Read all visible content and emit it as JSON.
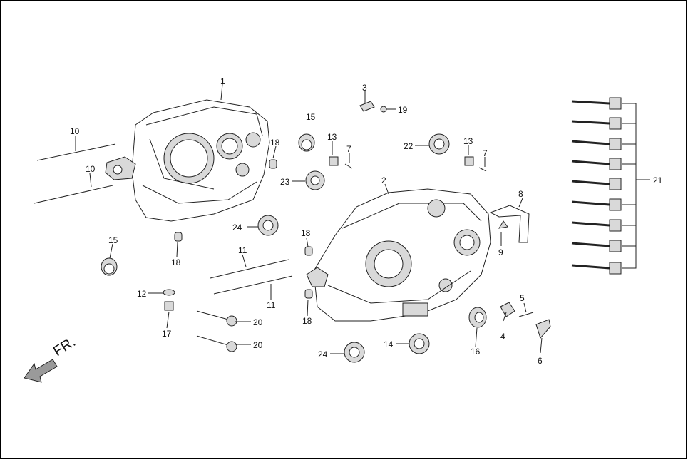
{
  "diagram": {
    "direction_label": "FR.",
    "callouts": [
      {
        "id": "c1",
        "text": "1"
      },
      {
        "id": "c2",
        "text": "2"
      },
      {
        "id": "c3",
        "text": "3"
      },
      {
        "id": "c4",
        "text": "4"
      },
      {
        "id": "c5",
        "text": "5"
      },
      {
        "id": "c6",
        "text": "6"
      },
      {
        "id": "c7a",
        "text": "7"
      },
      {
        "id": "c7b",
        "text": "7"
      },
      {
        "id": "c8",
        "text": "8"
      },
      {
        "id": "c9",
        "text": "9"
      },
      {
        "id": "c10a",
        "text": "10"
      },
      {
        "id": "c10b",
        "text": "10"
      },
      {
        "id": "c11a",
        "text": "11"
      },
      {
        "id": "c11b",
        "text": "11"
      },
      {
        "id": "c12",
        "text": "12"
      },
      {
        "id": "c13a",
        "text": "13"
      },
      {
        "id": "c13b",
        "text": "13"
      },
      {
        "id": "c14",
        "text": "14"
      },
      {
        "id": "c15a",
        "text": "15"
      },
      {
        "id": "c15b",
        "text": "15"
      },
      {
        "id": "c16",
        "text": "16"
      },
      {
        "id": "c17",
        "text": "17"
      },
      {
        "id": "c18a",
        "text": "18"
      },
      {
        "id": "c18b",
        "text": "18"
      },
      {
        "id": "c18c",
        "text": "18"
      },
      {
        "id": "c18d",
        "text": "18"
      },
      {
        "id": "c19",
        "text": "19"
      },
      {
        "id": "c20a",
        "text": "20"
      },
      {
        "id": "c20b",
        "text": "20"
      },
      {
        "id": "c21",
        "text": "21"
      },
      {
        "id": "c22",
        "text": "22"
      },
      {
        "id": "c23",
        "text": "23"
      },
      {
        "id": "c24a",
        "text": "24"
      },
      {
        "id": "c24b",
        "text": "24"
      }
    ]
  }
}
